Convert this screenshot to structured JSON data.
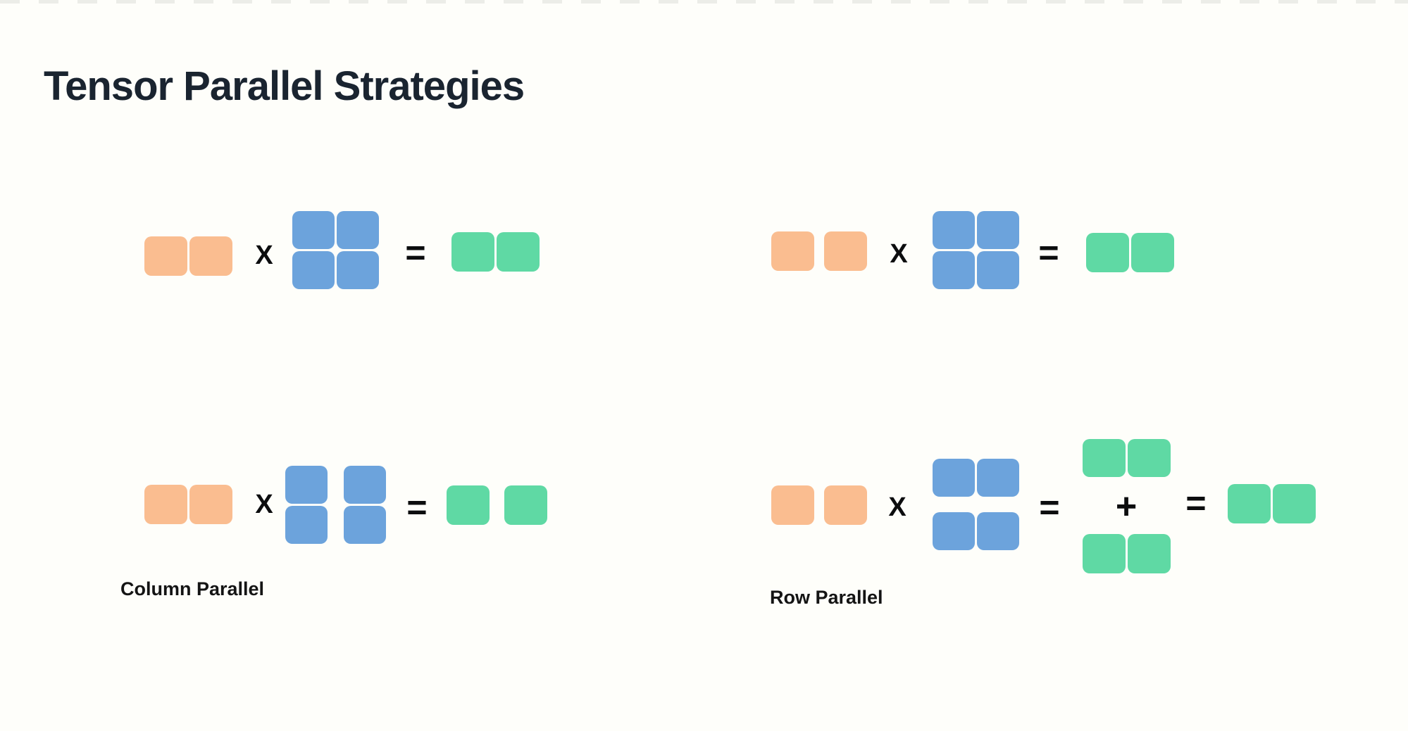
{
  "page": {
    "title": "Tensor Parallel Strategies"
  },
  "colors": {
    "background": "#fefefa",
    "top_border_dash": "#ecede8",
    "title_text": "#1a2430",
    "label_text": "#141414",
    "operator_text": "#0c0d0e",
    "input_orange": "#fabd90",
    "weight_blue": "#6ca3dc",
    "output_green": "#5fd9a4"
  },
  "operators": {
    "multiply": "X",
    "equals": "=",
    "plus": "+"
  },
  "diagrams": {
    "top_left": {
      "input_blocks": 2,
      "weight_grid": "2x2",
      "weight_split": "none",
      "output_blocks": 2
    },
    "top_right": {
      "input_blocks": 2,
      "weight_grid": "2x2",
      "weight_split": "none",
      "output_blocks": 2
    },
    "column_parallel": {
      "label": "Column Parallel",
      "input_blocks": 2,
      "weight_grid": "2x2",
      "weight_split": "columns",
      "output_blocks": 2
    },
    "row_parallel": {
      "label": "Row Parallel",
      "input_blocks": 2,
      "weight_grid": "2x2",
      "weight_split": "rows",
      "partial_output_pairs": 2,
      "output_blocks": 2
    }
  }
}
